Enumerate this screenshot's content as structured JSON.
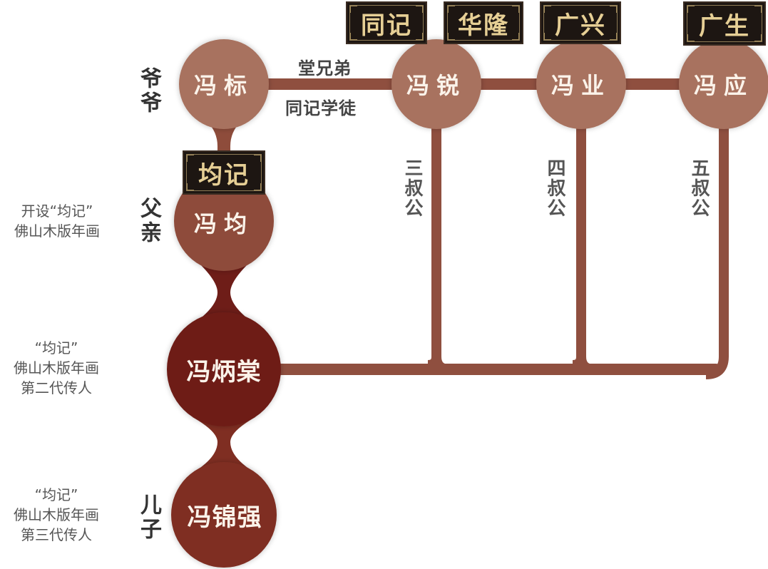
{
  "colors": {
    "light_node": "#a8725f",
    "mid_node": "#8e4c3b",
    "dark_node": "#6e1d18",
    "son_node": "#7f2e22",
    "line": "#8f4f3f",
    "plaque_bg": "#1d1612",
    "plaque_text": "#e6cf95",
    "node_text": "#fbf3ea"
  },
  "nodes": {
    "grandfather": {
      "name": "冯标",
      "role_label": "爷爷"
    },
    "uncle3": {
      "name": "冯锐",
      "plaque": "同记",
      "plaque2": "华隆",
      "role_label": "三叔公"
    },
    "uncle4": {
      "name": "冯业",
      "plaque": "广兴",
      "role_label": "四叔公"
    },
    "uncle5": {
      "name": "冯应",
      "plaque": "广生",
      "role_label": "五叔公"
    },
    "father": {
      "name": "冯均",
      "plaque": "均记",
      "role_label": "父亲",
      "note_line1": "开设“均记”",
      "note_line2": "佛山木版年画"
    },
    "self": {
      "name": "冯炳棠",
      "note_line1": "“均记”",
      "note_line2": "佛山木版年画",
      "note_line3": "第二代传人"
    },
    "son": {
      "name": "冯锦强",
      "role_label": "儿子",
      "note_line1": "“均记”",
      "note_line2": "佛山木版年画",
      "note_line3": "第三代传人"
    }
  },
  "relations": {
    "top_line_above": "堂兄弟",
    "top_line_below": "同记学徒"
  }
}
